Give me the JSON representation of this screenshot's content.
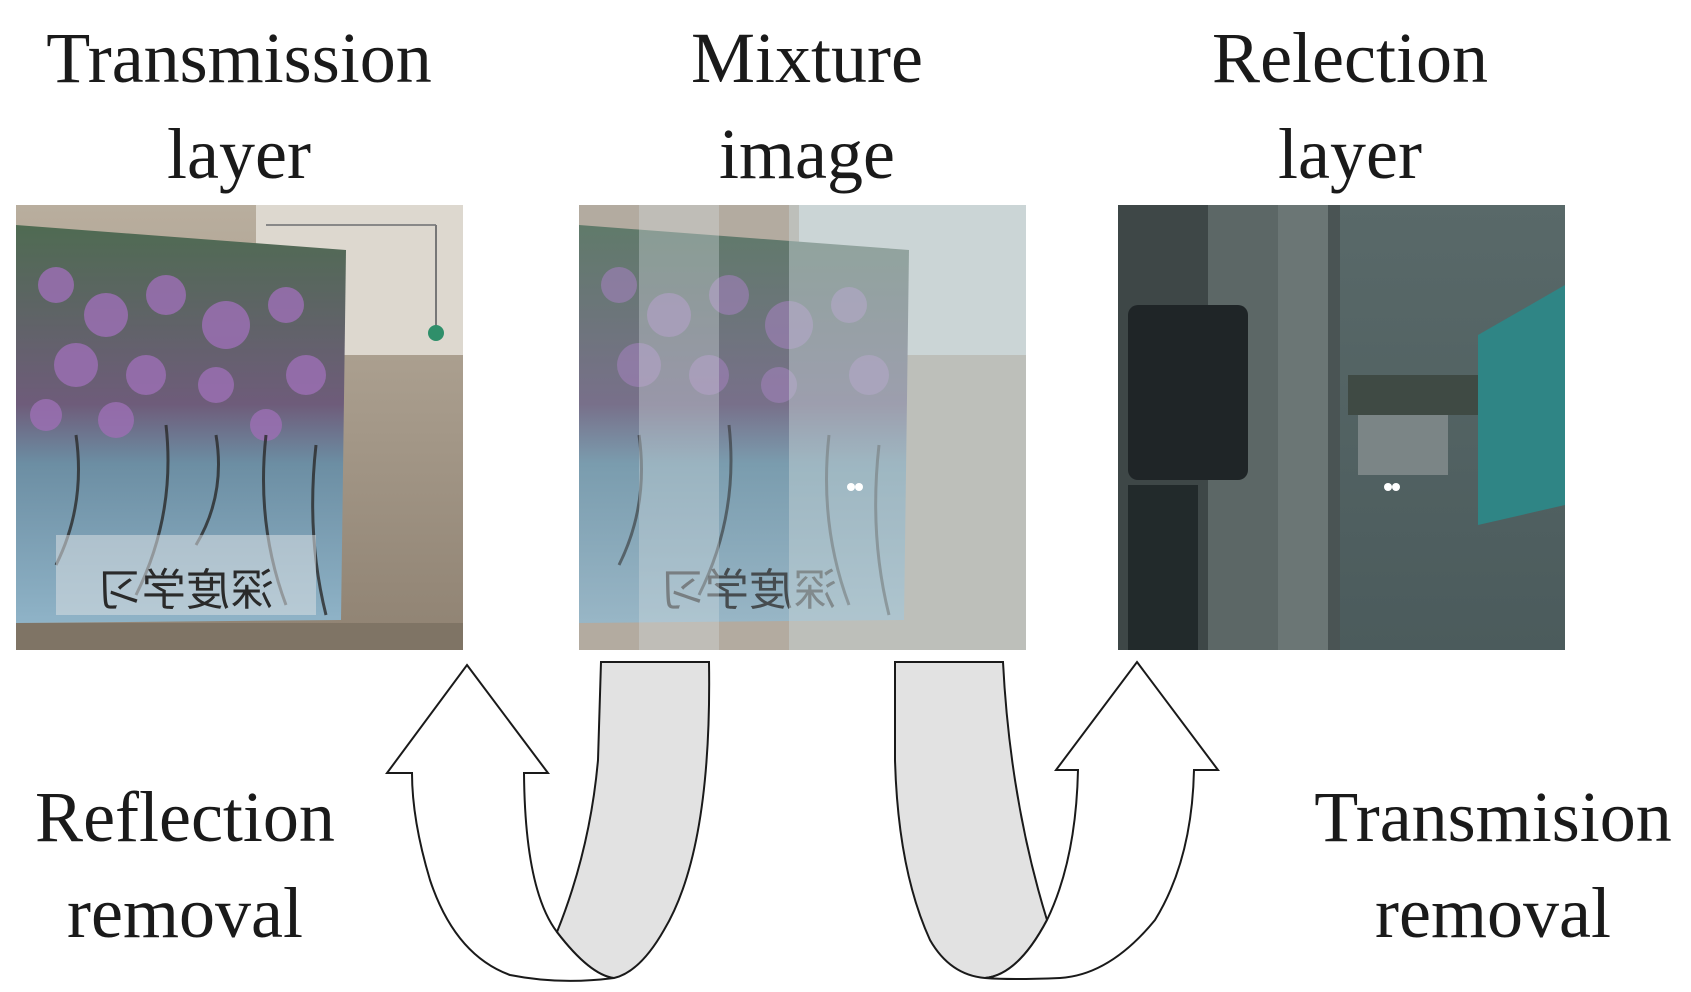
{
  "titles": {
    "transmission": {
      "line1": "Transmission",
      "line2": "layer"
    },
    "mixture": {
      "line1": "Mixture",
      "line2": "image"
    },
    "reflection": {
      "line1": "Relection",
      "line2": "layer"
    }
  },
  "operations": {
    "left": {
      "line1": "Reflection",
      "line2": "removal"
    },
    "right": {
      "line1": "Transmision",
      "line2": "removal"
    }
  },
  "panel_text": {
    "mirrored_caption": "深度学习"
  }
}
